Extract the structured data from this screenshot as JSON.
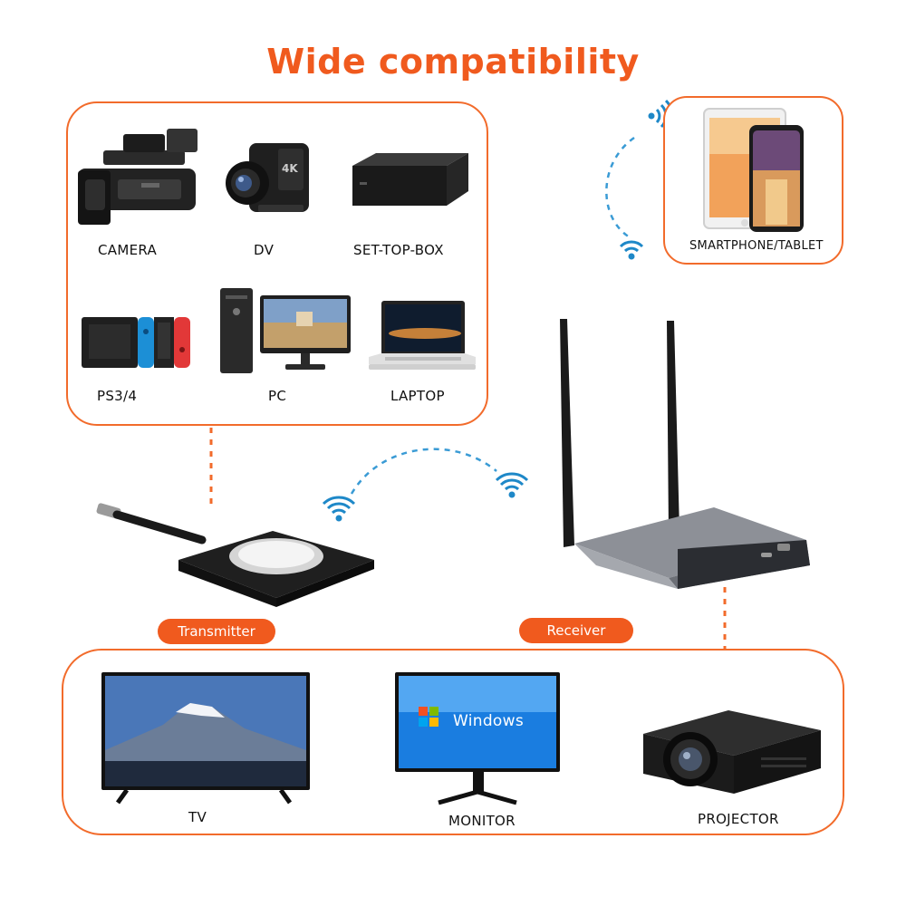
{
  "title": "Wide compatibility",
  "sources": {
    "items": [
      {
        "label": "CAMERA",
        "icon": "camera-icon"
      },
      {
        "label": "DV",
        "icon": "dv-camcorder-icon"
      },
      {
        "label": "SET-TOP-BOX",
        "icon": "set-top-box-icon"
      },
      {
        "label": "PS3/4",
        "icon": "game-console-icon"
      },
      {
        "label": "PC",
        "icon": "pc-icon"
      },
      {
        "label": "LAPTOP",
        "icon": "laptop-icon"
      }
    ]
  },
  "phone": {
    "label": "SMARTPHONE/TABLET",
    "icon": "smartphone-tablet-icon"
  },
  "transmitter": {
    "label": "Transmitter",
    "icon": "transmitter-dongle-icon"
  },
  "receiver": {
    "label": "Receiver",
    "icon": "receiver-antenna-icon"
  },
  "displays": {
    "items": [
      {
        "label": "TV",
        "icon": "tv-icon"
      },
      {
        "label": "MONITOR",
        "icon": "monitor-icon"
      },
      {
        "label": "PROJECTOR",
        "icon": "projector-icon"
      }
    ],
    "monitor_screen_text": "Windows"
  },
  "colors": {
    "accent": "#f05a1e",
    "wifi": "#1e88c8",
    "dash_link": "#3a9bd5"
  }
}
